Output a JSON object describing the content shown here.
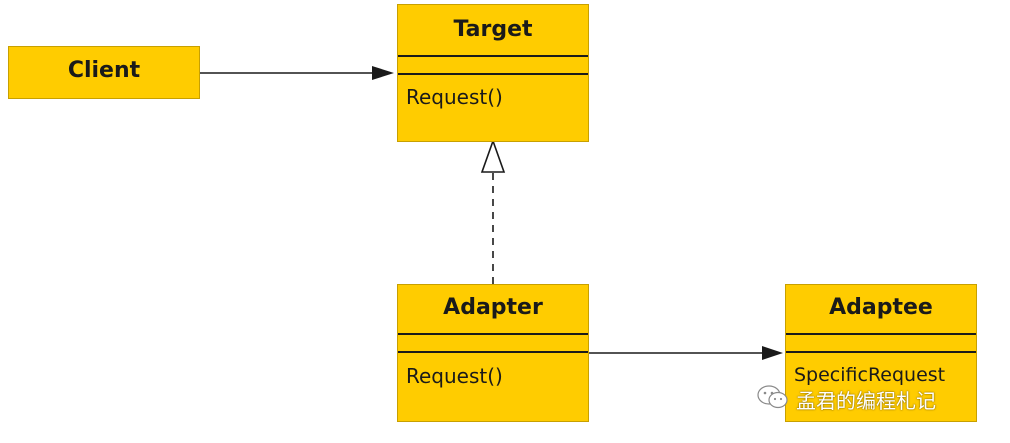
{
  "classes": {
    "client": {
      "name": "Client"
    },
    "target": {
      "name": "Target",
      "methods": [
        "Request()"
      ]
    },
    "adapter": {
      "name": "Adapter",
      "methods": [
        "Request()"
      ]
    },
    "adaptee": {
      "name": "Adaptee",
      "methods": [
        "SpecificRequest"
      ]
    }
  },
  "relations": [
    {
      "from": "Client",
      "to": "Target",
      "kind": "association"
    },
    {
      "from": "Adapter",
      "to": "Target",
      "kind": "realization"
    },
    {
      "from": "Adapter",
      "to": "Adaptee",
      "kind": "association"
    }
  ],
  "watermark": {
    "icon": "wechat-icon",
    "text": "孟君的编程札记"
  },
  "colors": {
    "box_fill": "#FFCC00",
    "line": "#1a1a1a",
    "background": "#ffffff"
  }
}
